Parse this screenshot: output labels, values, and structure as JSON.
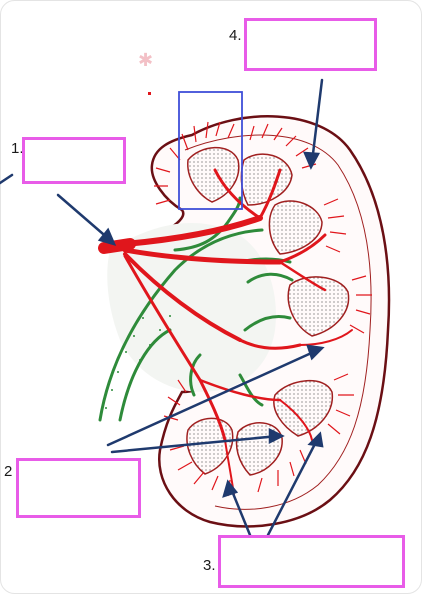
{
  "labels": [
    {
      "number": "1.",
      "answer": ""
    },
    {
      "number": "2",
      "answer": ""
    },
    {
      "number": "3.",
      "answer": ""
    },
    {
      "number": "4.",
      "answer": ""
    }
  ],
  "colors": {
    "artery": "#e0161c",
    "capsule_outline": "#6b0f14",
    "vein_green": "#2e8b3a",
    "pointer_line": "#1f3a6e",
    "label_box_border": "#e85ce8",
    "highlight_box": "#3f4fd8",
    "star": "#f3c0c6"
  }
}
